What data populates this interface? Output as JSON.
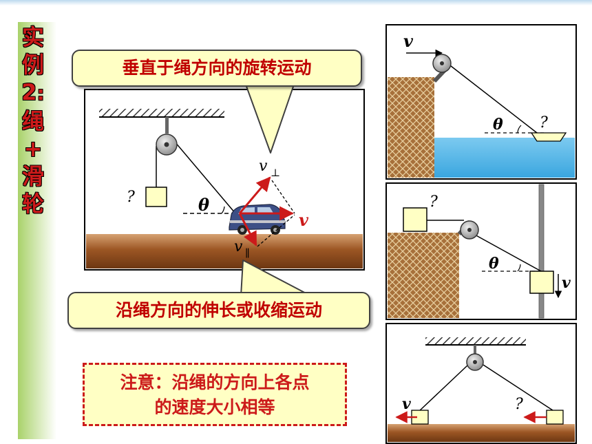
{
  "side_title": {
    "chars": [
      "实",
      "例",
      "2",
      ":",
      "绳",
      "+",
      "滑",
      "轮"
    ]
  },
  "callouts": {
    "perpendicular": "垂直于绳方向的旋转运动",
    "along": "沿绳方向的伸长或收缩运动"
  },
  "note": {
    "line1": "注意：沿绳的方向上各点",
    "line2": "的速度大小相等"
  },
  "main_diagram": {
    "unknown": "?",
    "angle": "θ",
    "v": "v",
    "v_perp": "v",
    "perp_sub": "⊥",
    "v_para": "v",
    "para_sub": "∥"
  },
  "panel_boat": {
    "v": "v",
    "angle": "θ",
    "unknown": "?"
  },
  "panel_pole": {
    "unknown": "?",
    "angle": "θ",
    "v": "v"
  },
  "panel_two": {
    "v": "v",
    "unknown": "?"
  },
  "colors": {
    "red": "#cc1a1a",
    "callout_bg": "#ffffc4",
    "ground": "#8b4a1e",
    "water": "#4fb8ea",
    "brick": "#a7703a"
  }
}
